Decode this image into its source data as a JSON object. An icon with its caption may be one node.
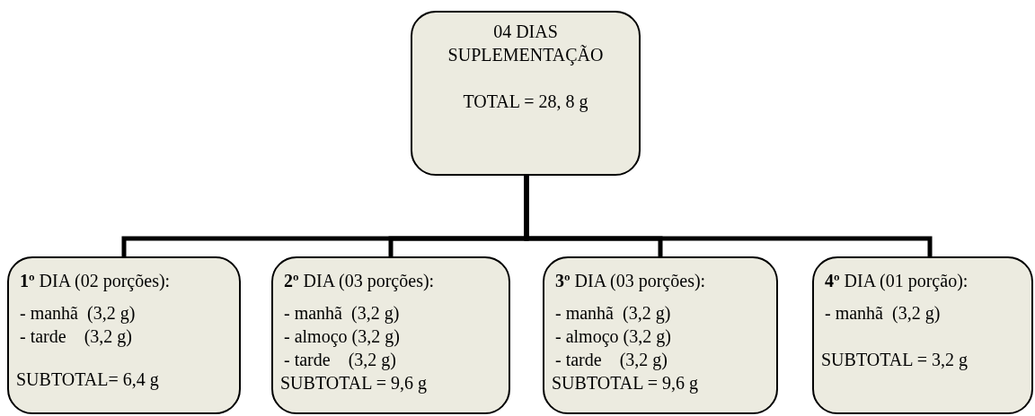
{
  "diagram": {
    "nodes": [
      {
        "text": [
          "04 DIAS SUPLEMENTAÇÃO",
          "TOTAL = 28, 8 g"
        ]
      },
      {
        "text": [
          "**1º** DIA (02 porções):",
          "- manhã  (3,2 g)",
          "- tarde    (3,2 g)",
          "SUBTOTAL= 6,4 g"
        ]
      },
      {
        "text": [
          "**2º** DIA (03 porções):",
          "- manhã  (3,2 g)",
          "- almoço (3,2 g)",
          "- tarde    (3,2 g)",
          "SUBTOTAL = 9,6 g"
        ]
      },
      {
        "text": [
          "**3º** DIA (03 porções):",
          "- manhã  (3,2 g)",
          "- almoço (3,2 g)",
          "- tarde    (3,2 g)",
          "SUBTOTAL = 9,6 g"
        ]
      },
      {
        "text": [
          "**4º** DIA (01 porção):",
          "- manhã  (3,2 g)",
          "SUBTOTAL = 3,2 g"
        ]
      }
    ],
    "edges": [
      {
        "from": 0,
        "to": 1,
        "arrow": "none"
      },
      {
        "from": 0,
        "to": 2,
        "arrow": "none"
      },
      {
        "from": 0,
        "to": 3,
        "arrow": "none"
      },
      {
        "from": 0,
        "to": 4,
        "arrow": "none"
      }
    ]
  }
}
